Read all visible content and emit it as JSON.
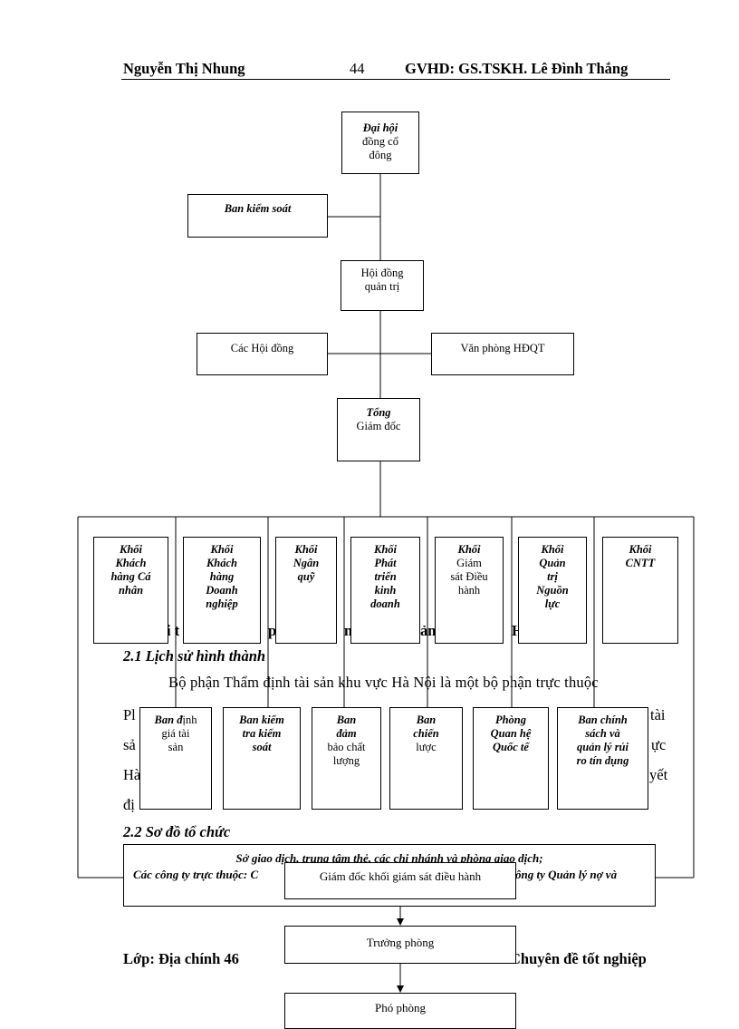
{
  "header": {
    "author": "Nguyễn Thị Nhung",
    "page_number": "44",
    "advisor": "GVHD: GS.TSKH. Lê Đình Thắng"
  },
  "org": {
    "dai_hoi": [
      "Đại hội",
      "đồng cổ",
      "đông"
    ],
    "ban_kiem_soat": "Ban kiểm soát",
    "hoi_dong_quan_tri": [
      "Hội đồng",
      "quản trị"
    ],
    "cac_hoi_dong": "Các Hội đồng",
    "van_phong": "Văn phòng HĐQT",
    "tong_giam_doc": [
      "Tổng",
      "Giám đốc"
    ],
    "khoi": [
      [
        "Khối",
        "Khách",
        "hàng Cá",
        "nhân"
      ],
      [
        "Khối",
        "Khách",
        "hàng",
        "Doanh",
        "nghiệp"
      ],
      [
        "Khối",
        "Ngân",
        "quỹ"
      ],
      [
        "Khối",
        "Phát",
        "triển",
        "kinh",
        "doanh"
      ],
      [
        "Khối",
        "Giám",
        "sát Điều",
        "hành"
      ],
      [
        "Khối",
        "Quản",
        "trị",
        "Nguồn",
        "lực"
      ],
      [
        "Khối",
        "CNTT"
      ]
    ],
    "ban": [
      [
        "Ban định",
        "giá tài",
        "sản"
      ],
      [
        "Ban kiểm",
        "tra kiểm",
        "soát"
      ],
      [
        "Ban",
        "đảm",
        "bảo chất",
        "lượng"
      ],
      [
        "Ban",
        "chiến",
        "lược"
      ],
      [
        "Phòng",
        "Quan hệ",
        "Quốc tế"
      ],
      [
        "Ban chính",
        "sách và",
        "quản lý rủi",
        "ro tín dụng"
      ]
    ],
    "so_giao_dich_line1": "Sở giao dịch, trung tâm thẻ, các chi nhánh và phòng giao dịch;",
    "so_giao_dich_line2_left": "Các công ty trực thuộc: C",
    "so_giao_dich_line2_right": "ông ty Quản lý nợ và",
    "giam_doc_khoi": "Giám đốc khối giám sát điều hành",
    "truong_phong": "Trưởng phòng",
    "pho_phong": "Phó phòng"
  },
  "text": {
    "hidden_heading_frag1": "i t",
    "hidden_heading_frag2": "p",
    "hidden_heading_frag3": "n",
    "hidden_heading_frag4": "ản",
    "hidden_heading_frag5": "H",
    "section_21": "2.1 Lịch sử hình thành",
    "para_line1": "Bộ phận Thẩm định tài sản khu vực Hà Nội là một bộ phận trực thuộc",
    "line2_left": "Pl",
    "line2_right": "tài",
    "line3_left": "sả",
    "line3_right": "ực",
    "line4_left": "Hà",
    "line4_right": "yết",
    "line5_left": "đị",
    "section_22": "2.2 Sơ đồ tổ chức"
  },
  "footer": {
    "class_label": "Lớp: Địa chính 46",
    "thesis_label": "Chuyên đề tốt nghiệp"
  }
}
